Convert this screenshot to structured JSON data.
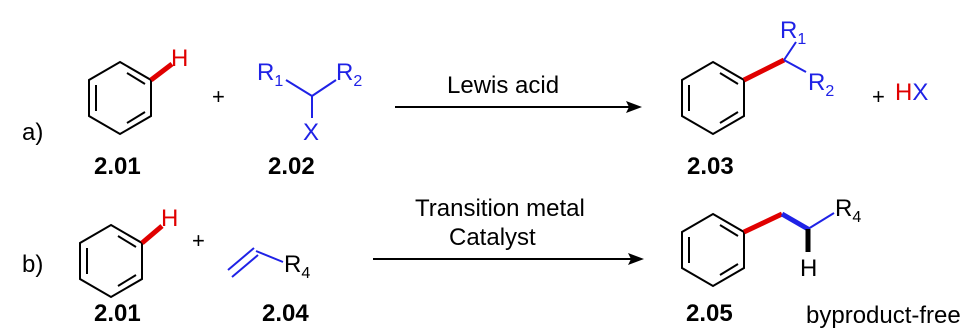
{
  "scheme": {
    "row_a": {
      "label": "a)",
      "reactant1": {
        "id": "2.01",
        "atom_h": "H"
      },
      "plus1": "+",
      "reactant2": {
        "id": "2.02",
        "r1": "R",
        "r1_sub": "1",
        "r2": "R",
        "r2_sub": "2",
        "x": "X"
      },
      "condition": "Lewis acid",
      "product": {
        "id": "2.03",
        "r1": "R",
        "r1_sub": "1",
        "r2": "R",
        "r2_sub": "2"
      },
      "plus2": "+",
      "byproduct": {
        "h": "H",
        "x": "X"
      }
    },
    "row_b": {
      "label": "b)",
      "reactant1": {
        "id": "2.01",
        "atom_h": "H"
      },
      "plus1": "+",
      "reactant2": {
        "id": "2.04",
        "r4": "R",
        "r4_sub": "4"
      },
      "condition_line1": "Transition metal",
      "condition_line2": "Catalyst",
      "product": {
        "id": "2.05",
        "r4": "R",
        "r4_sub": "4",
        "h": "H"
      },
      "note": "byproduct-free"
    },
    "colors": {
      "bond_blue": "#1f22e6",
      "bond_red": "#e00000",
      "black": "#000000"
    }
  }
}
